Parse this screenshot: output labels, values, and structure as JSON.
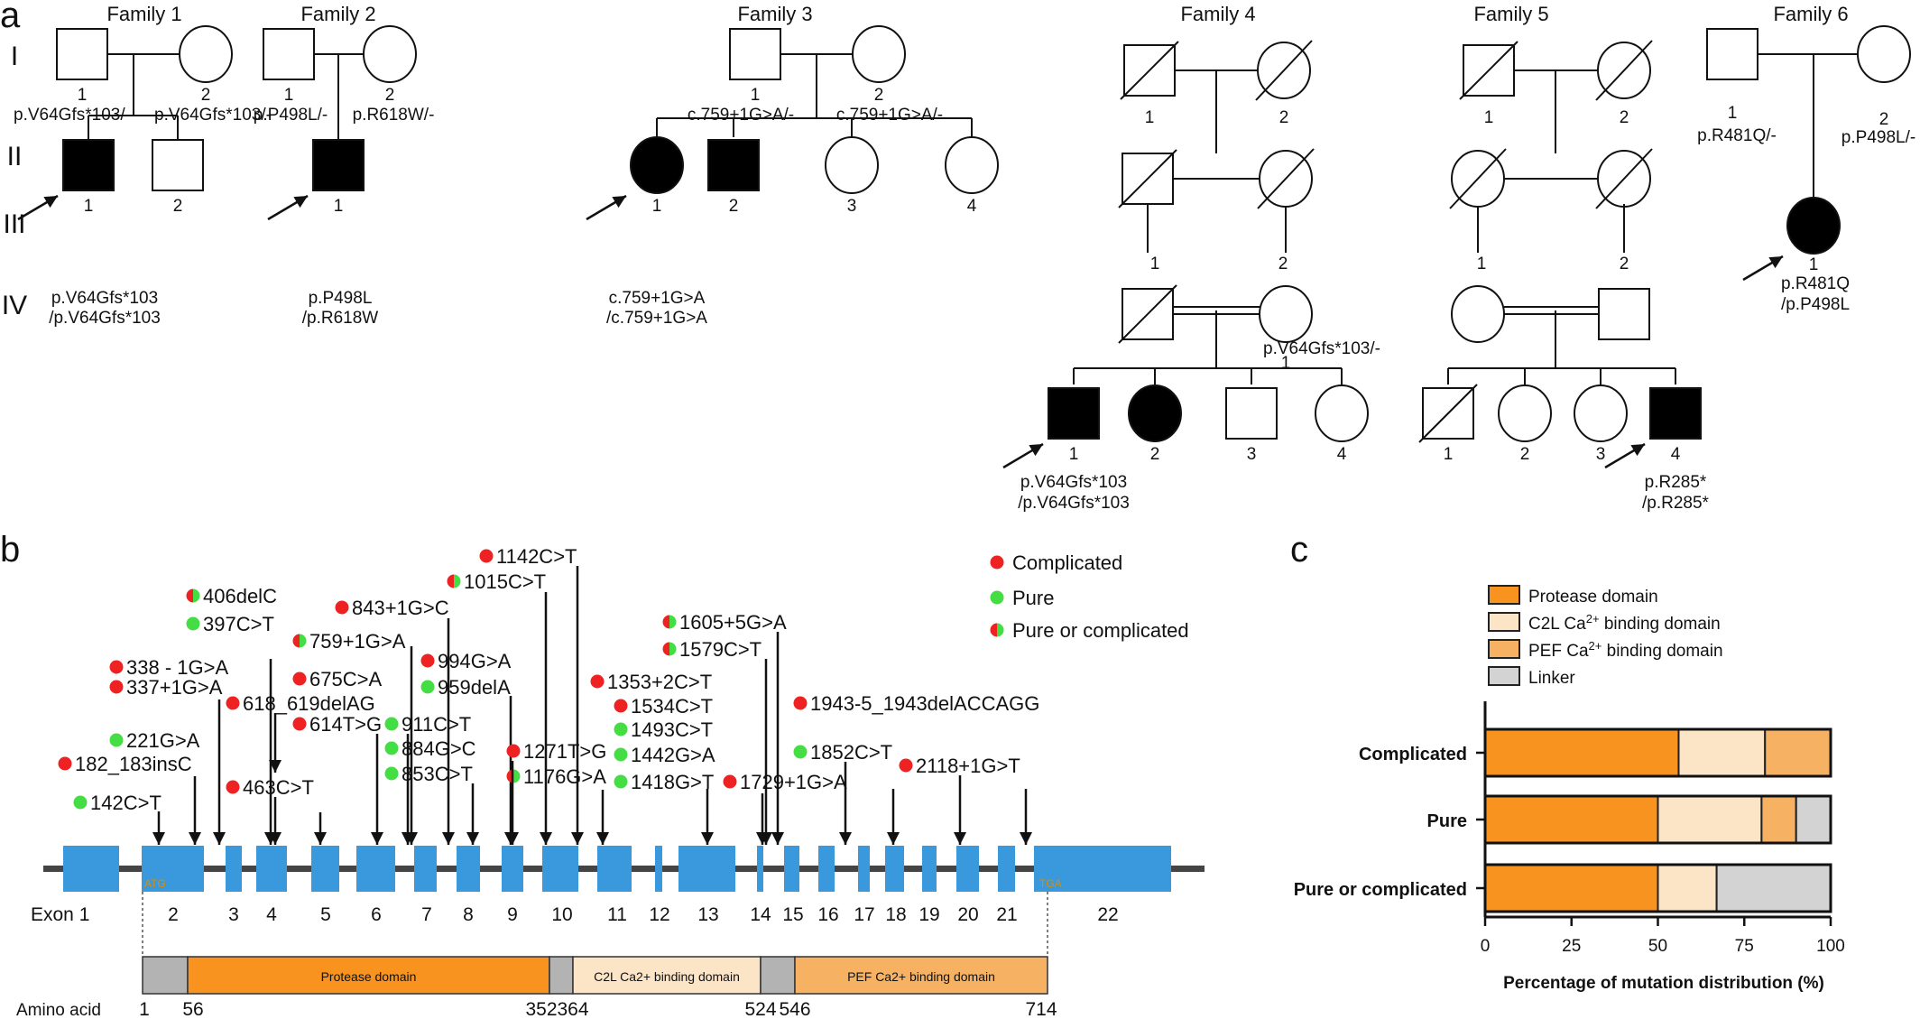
{
  "panel_a": {
    "label": "a",
    "generations": [
      "I",
      "II",
      "III",
      "IV"
    ],
    "families": [
      {
        "title": "Family 1",
        "labels": {
          "i1": "1",
          "i2": "2",
          "ii1": "1",
          "ii2": "2"
        },
        "genotypes": {
          "i1": "p.V64Gfs*103/-",
          "i2": "p.V64Gfs*103/-",
          "ii1a": "p.V64Gfs*103",
          "ii1b": "/p.V64Gfs*103"
        }
      },
      {
        "title": "Family 2",
        "labels": {
          "i1": "1",
          "i2": "2",
          "ii1": "1"
        },
        "genotypes": {
          "i1": "p.P498L/-",
          "i2": "p.R618W/-",
          "ii1a": "p.P498L",
          "ii1b": "/p.R618W"
        }
      },
      {
        "title": "Family 3",
        "labels": {
          "i1": "1",
          "i2": "2",
          "ii1": "1",
          "ii2": "2",
          "ii3": "3",
          "ii4": "4"
        },
        "genotypes": {
          "i1": "c.759+1G>A/-",
          "i2": "c.759+1G>A/-",
          "ii1a": "c.759+1G>A",
          "ii1b": "/c.759+1G>A"
        }
      },
      {
        "title": "Family 4",
        "labels": {
          "i1": "1",
          "i2": "2",
          "ii1": "1",
          "ii2": "2",
          "iii1": "1",
          "iv1": "1",
          "iv2": "2",
          "iv3": "3",
          "iv4": "4"
        },
        "genotypes": {
          "iii1": "p.V64Gfs*103/-",
          "iv1a": "p.V64Gfs*103",
          "iv1b": "/p.V64Gfs*103"
        }
      },
      {
        "title": "Family 5",
        "labels": {
          "i1": "1",
          "i2": "2",
          "ii1": "1",
          "ii2": "2",
          "iv1": "1",
          "iv2": "2",
          "iv3": "3",
          "iv4": "4"
        },
        "genotypes": {
          "iv4a": "p.R285*",
          "iv4b": "/p.R285*"
        }
      },
      {
        "title": "Family 6",
        "labels": {
          "i1": "1",
          "i2": "2",
          "ii1": "1"
        },
        "genotypes": {
          "i1": "p.R481Q/-",
          "i2": "p.P498L/-",
          "ii1a": "p.R481Q",
          "ii1b": "/p.P498L"
        }
      }
    ]
  },
  "panel_b": {
    "label": "b",
    "legend": [
      {
        "label": "Complicated",
        "color": "#ee2222"
      },
      {
        "label": "Pure",
        "color": "#44dd44"
      },
      {
        "label": "Pure or complicated",
        "color": "split"
      }
    ],
    "exon_row_label": "Exon 1",
    "exon_numbers": [
      "2",
      "3",
      "4",
      "5",
      "6",
      "7",
      "8",
      "9",
      "10",
      "11",
      "12",
      "13",
      "14",
      "15",
      "16",
      "17",
      "18",
      "19",
      "20",
      "21",
      "22"
    ],
    "start_codon": "ATG",
    "stop_codon": "TGA",
    "domains": [
      "Protease domain",
      "C2L Ca2+ binding domain",
      "PEF Ca2+ binding domain"
    ],
    "amino_acid_label": "Amino acid",
    "amino_acids": [
      "1",
      "56",
      "352",
      "364",
      "524",
      "546",
      "714"
    ],
    "mutations": [
      {
        "text": "142C>T",
        "type": "pure"
      },
      {
        "text": "182_183insC",
        "type": "complicated"
      },
      {
        "text": "221G>A",
        "type": "pure"
      },
      {
        "text": "337+1G>A",
        "type": "complicated"
      },
      {
        "text": "338 - 1G>A",
        "type": "complicated"
      },
      {
        "text": "397C>T",
        "type": "pure"
      },
      {
        "text": "406delC",
        "type": "split"
      },
      {
        "text": "463C>T",
        "type": "complicated"
      },
      {
        "text": "618_619delAG",
        "type": "complicated"
      },
      {
        "text": "614T>G",
        "type": "complicated"
      },
      {
        "text": "675C>A",
        "type": "complicated"
      },
      {
        "text": "759+1G>A",
        "type": "split"
      },
      {
        "text": "843+1G>C",
        "type": "complicated"
      },
      {
        "text": "853C>T",
        "type": "pure"
      },
      {
        "text": "884G>C",
        "type": "pure"
      },
      {
        "text": "911C>T",
        "type": "pure"
      },
      {
        "text": "959delA",
        "type": "pure"
      },
      {
        "text": "994G>A",
        "type": "complicated"
      },
      {
        "text": "1015C>T",
        "type": "split"
      },
      {
        "text": "1142C>T",
        "type": "complicated"
      },
      {
        "text": "1176G>A",
        "type": "split"
      },
      {
        "text": "1271T>G",
        "type": "complicated"
      },
      {
        "text": "1353+2C>T",
        "type": "complicated"
      },
      {
        "text": "1418G>T",
        "type": "pure"
      },
      {
        "text": "1442G>A",
        "type": "pure"
      },
      {
        "text": "1493C>T",
        "type": "pure"
      },
      {
        "text": "1534C>T",
        "type": "complicated"
      },
      {
        "text": "1579C>T",
        "type": "split"
      },
      {
        "text": "1605+5G>A",
        "type": "split"
      },
      {
        "text": "1729+1G>A",
        "type": "complicated"
      },
      {
        "text": "1852C>T",
        "type": "pure"
      },
      {
        "text": "1943-5_1943delACCAGG",
        "type": "complicated"
      },
      {
        "text": "2118+1G>T",
        "type": "complicated"
      }
    ]
  },
  "panel_c": {
    "label": "c",
    "chart_data": {
      "type": "bar",
      "orientation": "horizontal",
      "stacked": true,
      "categories": [
        "Complicated",
        "Pure",
        "Pure or complicated"
      ],
      "series": [
        {
          "name": "Protease domain",
          "color": "#f7931e",
          "values": [
            56,
            50,
            50
          ]
        },
        {
          "name": "C2L Ca2+ binding domain",
          "color": "#fce4c6",
          "values": [
            25,
            30,
            17
          ]
        },
        {
          "name": "PEF Ca2+ binding domain",
          "color": "#f6b163",
          "values": [
            19,
            10,
            0
          ]
        },
        {
          "name": "Linker",
          "color": "#d3d3d3",
          "values": [
            0,
            10,
            33
          ]
        }
      ],
      "legend_labels": [
        {
          "pre": "Protease domain",
          "sup": "",
          "post": ""
        },
        {
          "pre": "C2L Ca",
          "sup": "2+",
          "post": " binding domain"
        },
        {
          "pre": "PEF Ca",
          "sup": "2+",
          "post": " binding domain"
        },
        {
          "pre": "Linker",
          "sup": "",
          "post": ""
        }
      ],
      "xlabel": "Percentage of mutation distribution (%)",
      "xlim": [
        0,
        100
      ],
      "xticks": [
        "0",
        "25",
        "50",
        "75",
        "100"
      ],
      "legend_position": "top",
      "grid": false
    }
  }
}
